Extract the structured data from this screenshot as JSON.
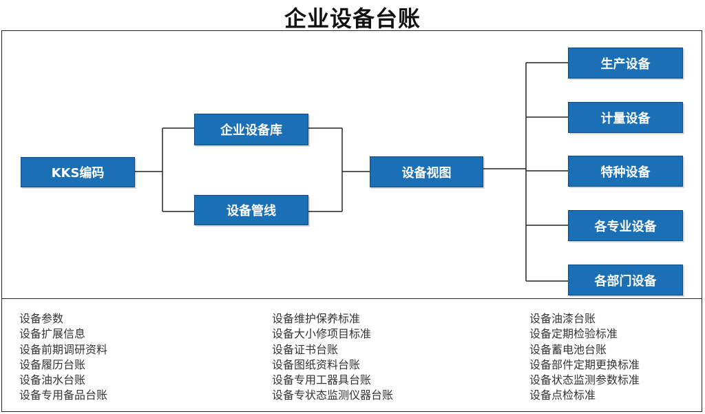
{
  "title": "企业设备台账",
  "nodes": {
    "kks": "KKS编码",
    "enterprise_lib": "企业设备库",
    "pipeline": "设备管线",
    "view": "设备视图",
    "production": "生产设备",
    "metering": "计量设备",
    "special": "特种设备",
    "discipline": "各专业设备",
    "department": "各部门设备"
  },
  "lists": {
    "col1": [
      "设备参数",
      "设备扩展信息",
      "设备前期调研资料",
      "设备履历台账",
      "设备油水台账",
      "设备专用备品台账"
    ],
    "col2": [
      "设备维护保养标准",
      "设备大小修项目标准",
      "设备证书台账",
      "设备图纸资料台账",
      "设备专用工器具台账",
      "设备专状态监测仪器台账"
    ],
    "col3": [
      "设备油漆台账",
      "设备定期检验标准",
      "设备蓄电池台账",
      "设备部件定期更换标准",
      "设备状态监测参数标准",
      "设备点检标准"
    ]
  },
  "colors": {
    "node_fill": "#1a6fb5",
    "node_border": "#0d4a80",
    "line": "#222222",
    "text": "#333333"
  }
}
